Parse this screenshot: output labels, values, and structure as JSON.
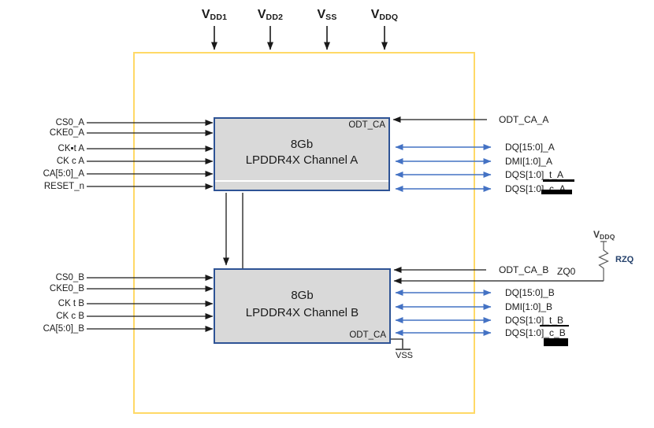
{
  "colors": {
    "outline": "#FFD966",
    "blockfill": "#D9D9D9",
    "blockborder": "#2E5395",
    "blue": "#4472C4",
    "ink": "#1A1A1A",
    "gray": "#595959"
  },
  "power_rails": [
    {
      "base": "V",
      "sub": "DD1"
    },
    {
      "base": "V",
      "sub": "DD2"
    },
    {
      "base": "V",
      "sub": "SS"
    },
    {
      "base": "V",
      "sub": "DDQ"
    }
  ],
  "channel_a": {
    "density": "8Gb",
    "name": "LPDDR4X Channel A",
    "odt_pin": "ODT_CA",
    "inputs": [
      "CS0_A",
      "CKE0_A",
      "CK▪t A",
      "CK c A",
      "CA[5:0]_A",
      "RESET_n"
    ],
    "odt_input": "ODT_CA_A",
    "dq_signals": [
      "DQ[15:0]_A",
      "DMI[1:0]_A",
      "DQS[1:0]_t_A",
      "DQS[1:0]_c_A"
    ]
  },
  "channel_b": {
    "density": "8Gb",
    "name": "LPDDR4X Channel B",
    "odt_pin": "ODT_CA",
    "inputs": [
      "CS0_B",
      "CKE0_B",
      "CK t B",
      "CK c B",
      "CA[5:0]_B"
    ],
    "odt_input": "ODT_CA_B",
    "zq_pin": "ZQ0",
    "dq_signals": [
      "DQ[15:0]_B",
      "DMI[1:0]_B",
      "DQS[1:0]_t_B",
      "DQS[1:0]_c_B"
    ],
    "ground_label": "VSS"
  },
  "zq_network": {
    "rail_base": "V",
    "rail_sub": "DDQ",
    "resistor": "RZQ"
  }
}
